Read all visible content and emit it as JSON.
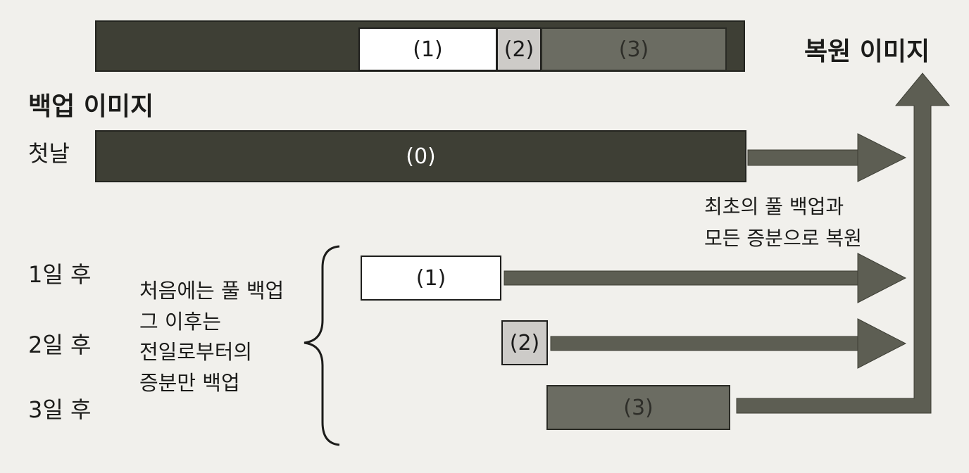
{
  "restored_image": {
    "title": "복원 이미지",
    "segments": [
      "(1)",
      "(2)",
      "(3)"
    ]
  },
  "backup_image": {
    "title": "백업 이미지",
    "first_day_label": "첫날",
    "first_day_bar": "(0)",
    "restore_note": [
      "최초의 풀 백업과",
      "모든 증분으로 복원"
    ]
  },
  "days": [
    {
      "label": "1일 후",
      "bar": "(1)"
    },
    {
      "label": "2일 후",
      "bar": "(2)"
    },
    {
      "label": "3일 후",
      "bar": "(3)"
    }
  ],
  "explanation": [
    "처음에는 풀 백업",
    "그 이후는",
    "전일로부터의",
    "증분만 백업"
  ],
  "colors": {
    "dark_bar": "#3e3f35",
    "white_bar": "#ffffff",
    "light_bar": "#cdcbc8",
    "mid_bar": "#6b6c62",
    "arrow": "#5d5e53"
  }
}
